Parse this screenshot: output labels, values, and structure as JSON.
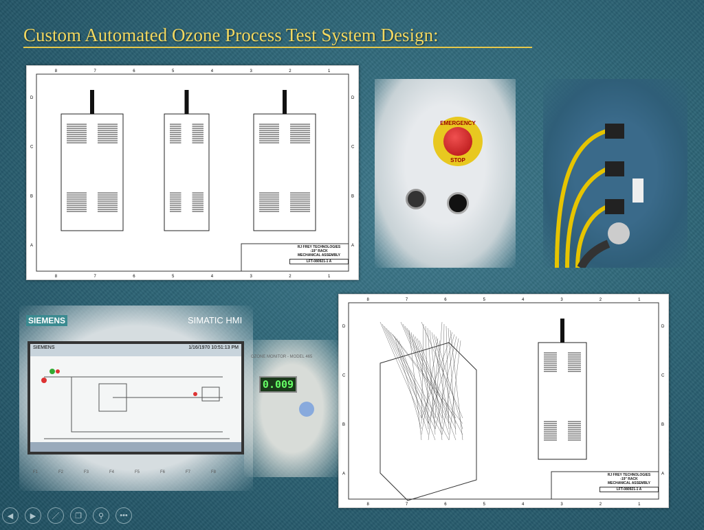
{
  "slide": {
    "title": "Custom Automated Ozone Process Test System Design:"
  },
  "drawing": {
    "company": "RJ FREY TECHNOLOGIES",
    "subtitle": "-19\" RACK",
    "assembly": "MECHANICAL ASSEMBLY",
    "number": "LFT-080921-1",
    "rev": "A",
    "cols": [
      "8",
      "7",
      "6",
      "5",
      "4",
      "3",
      "2",
      "1"
    ],
    "rows": [
      "D",
      "C",
      "B",
      "A"
    ]
  },
  "estop": {
    "label_top": "EMERGENCY",
    "label_bottom": "STOP"
  },
  "hmi": {
    "brand": "SIEMENS",
    "model": "SIMATIC HMI",
    "date": "1/16/1970",
    "time": "10:51:13 PM",
    "keys": [
      "F1",
      "F2",
      "F3",
      "F4",
      "F5",
      "F6",
      "F7",
      "F8"
    ]
  },
  "ozone": {
    "title": "OZONE MONITOR - MODEL 465",
    "reading": "0.009"
  },
  "toolbar": {
    "icons": [
      "previous-icon",
      "next-icon",
      "pen-icon",
      "slides-icon",
      "zoom-icon",
      "more-icon"
    ],
    "glyphs": [
      "◀",
      "▶",
      "／",
      "❐",
      "⚲",
      "•••"
    ]
  }
}
